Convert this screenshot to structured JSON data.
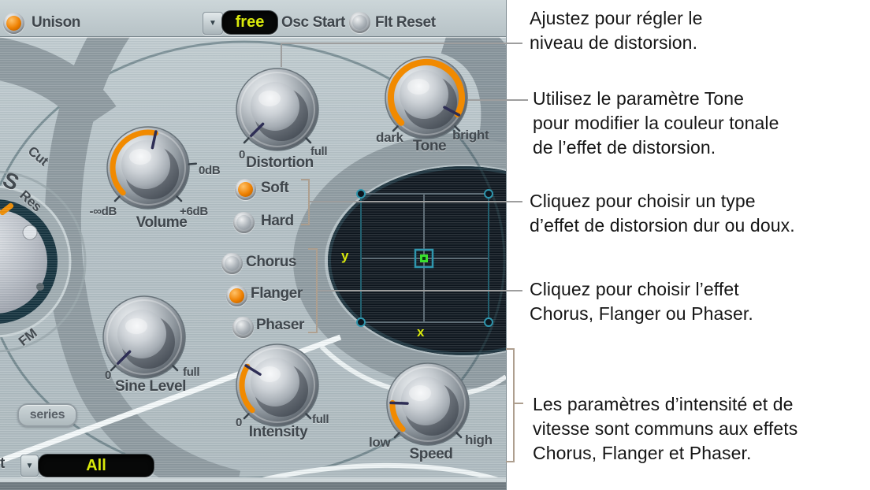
{
  "top_bar": {
    "unison": "Unison",
    "osc_start_value": "free",
    "osc_start": "Osc Start",
    "flt_reset": "Flt Reset"
  },
  "filter_decor": {
    "cut": "Cut",
    "s": "S",
    "res": "Res",
    "fm": "FM"
  },
  "knobs": {
    "volume": {
      "label": "Volume",
      "min": "-∞dB",
      "mid": "0dB",
      "max": "+6dB"
    },
    "distortion": {
      "label": "Distortion",
      "min": "0",
      "max": "full"
    },
    "tone": {
      "label": "Tone",
      "min": "dark",
      "max": "bright"
    },
    "sine_level": {
      "label": "Sine Level",
      "min": "0",
      "max": "full"
    },
    "intensity": {
      "label": "Intensity",
      "min": "0",
      "max": "full"
    },
    "speed": {
      "label": "Speed",
      "min": "low",
      "max": "high"
    }
  },
  "distortion_type": {
    "soft": "Soft",
    "hard": "Hard",
    "selected": "Soft"
  },
  "mod_effect": {
    "chorus": "Chorus",
    "flanger": "Flanger",
    "phaser": "Phaser",
    "selected": "Flanger"
  },
  "xy_pad": {
    "x": "x",
    "y": "y"
  },
  "bottom_bar": {
    "series": "series",
    "mode_value": "All",
    "partial": "t"
  },
  "annotations": [
    {
      "lines": [
        "Ajustez pour régler le",
        "niveau de distorsion."
      ]
    },
    {
      "lines": [
        "Utilisez le paramètre Tone",
        "pour modifier la couleur tonale",
        "de l’effet de distorsion."
      ]
    },
    {
      "lines": [
        "Cliquez pour choisir un type",
        "d’effet de distorsion dur ou doux."
      ]
    },
    {
      "lines": [
        "Cliquez pour choisir l’effet",
        "Chorus, Flanger ou Phaser."
      ]
    },
    {
      "lines": [
        "Les paramètres d’intensité et de",
        "vitesse sont communs aux effets",
        "Chorus, Flanger et Phaser."
      ]
    }
  ],
  "colors": {
    "accent_orange": "#f18a00",
    "led_active": "#ee8000",
    "display_text": "#d9e90b",
    "panel_label": "#3f464c",
    "callout_line": "#9e9e9e",
    "bracket": "#ae9f8f",
    "pad_background": "#0d151d",
    "pad_marker_green": "#3ae02e",
    "pad_teal": "#2f96ad",
    "panel_base": "#b6c1c6",
    "band_gray": "#8d999f"
  }
}
